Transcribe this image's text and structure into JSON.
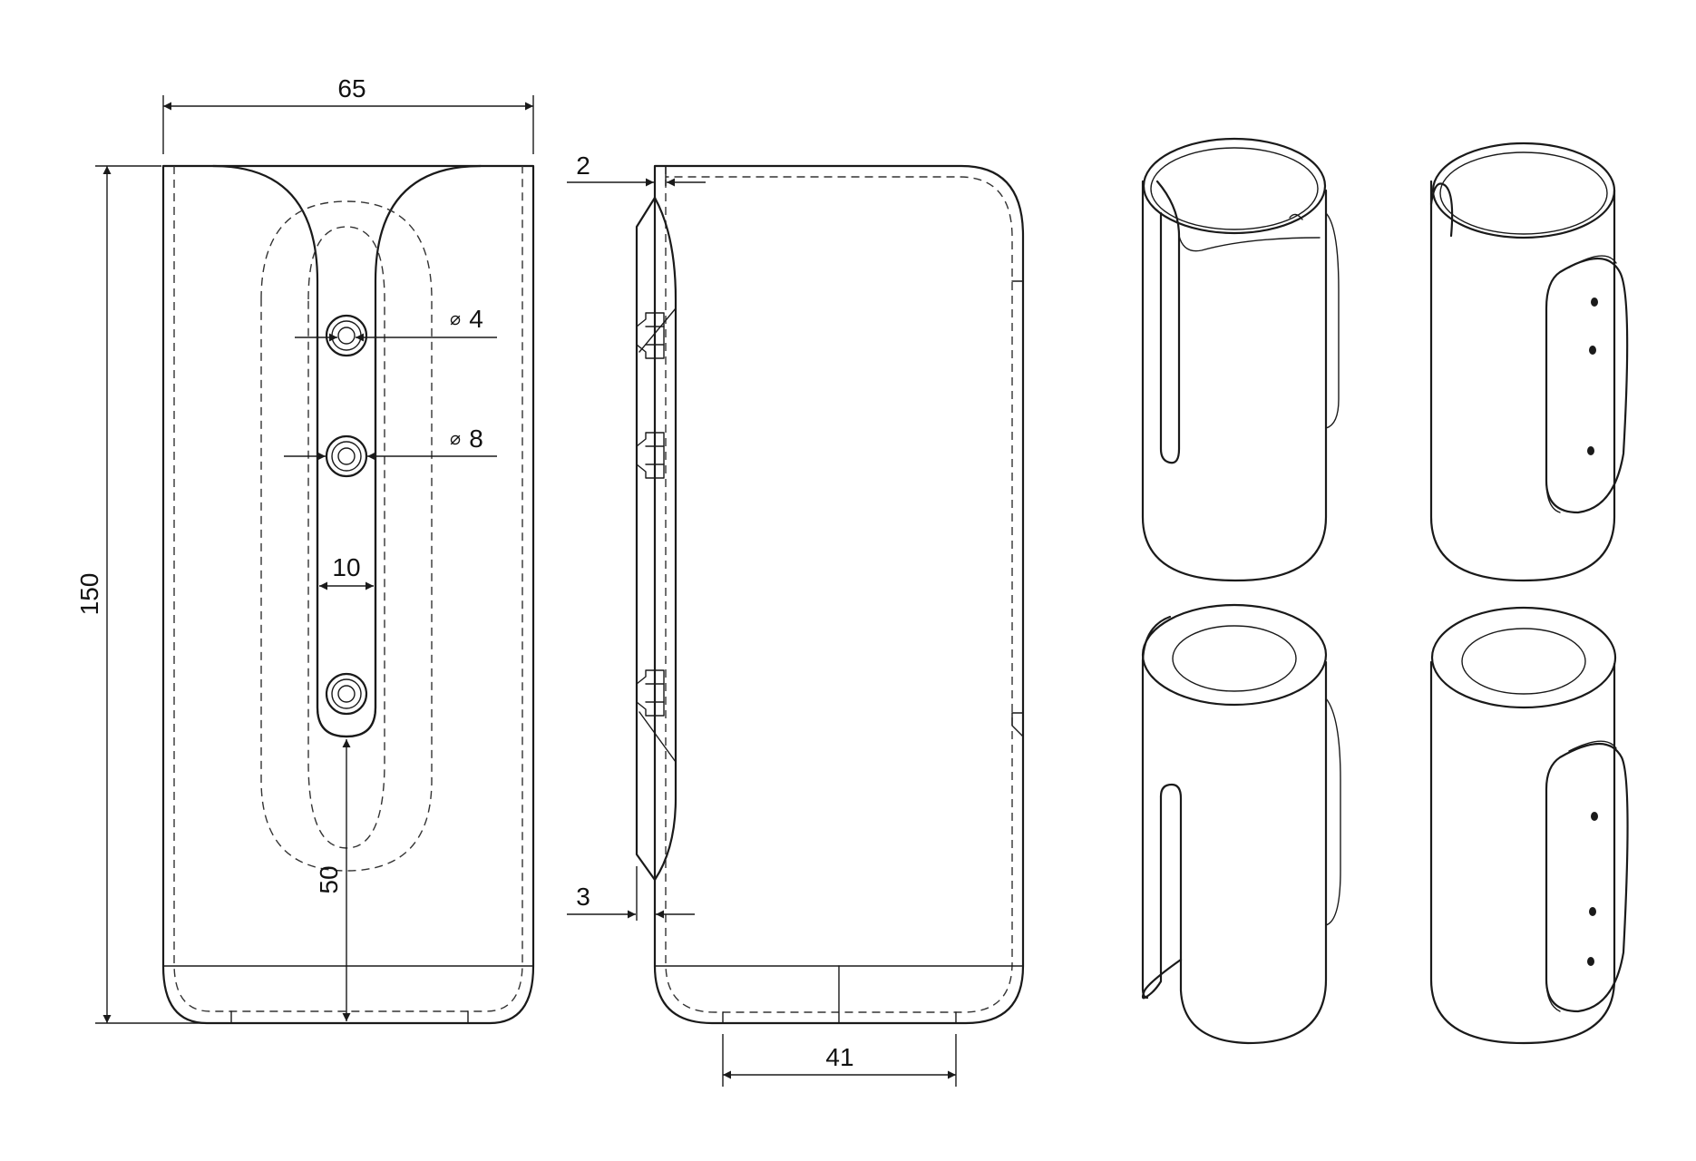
{
  "front_view": {
    "dimensions": {
      "width": "65",
      "height": "150",
      "slot_width": "10",
      "hole_small_symbol": "⌀",
      "hole_small_value": "4",
      "hole_large_symbol": "⌀",
      "hole_large_value": "8",
      "slot_to_bottom": "50"
    }
  },
  "side_view": {
    "dimensions": {
      "wall_thickness": "2",
      "plate_thickness": "3",
      "depth": "41"
    }
  },
  "isometric_views": {
    "count": 4
  }
}
